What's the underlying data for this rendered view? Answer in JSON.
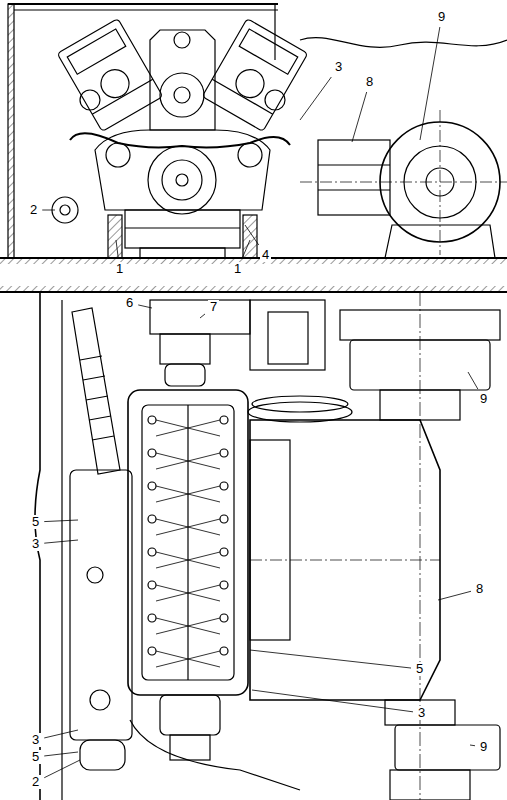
{
  "diagram": {
    "labels": [
      "3",
      "8",
      "9",
      "2",
      "1",
      "1",
      "4",
      "6",
      "7",
      "9",
      "5",
      "3",
      "8",
      "5",
      "3",
      "3",
      "5",
      "2",
      "9"
    ]
  }
}
